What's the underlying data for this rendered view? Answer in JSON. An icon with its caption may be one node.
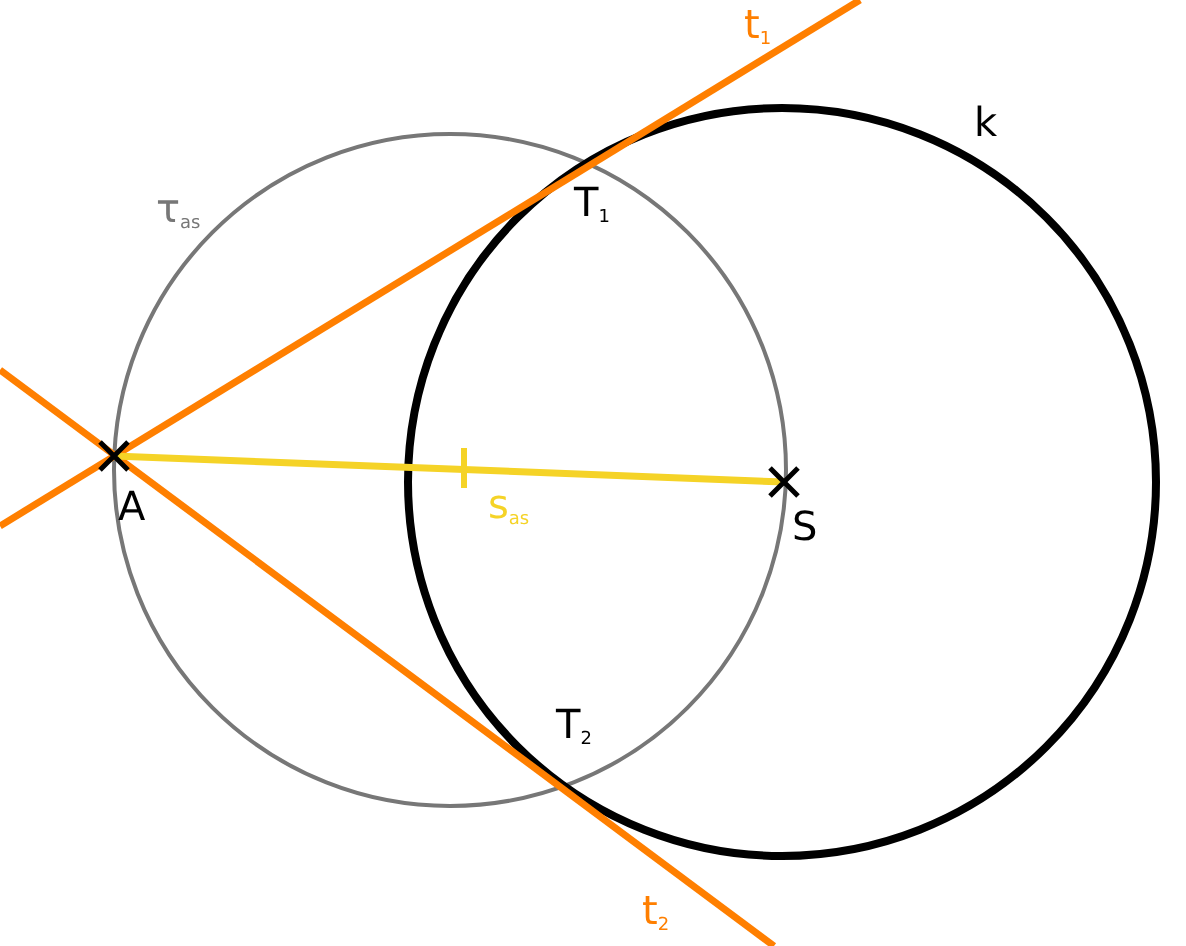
{
  "diagram": {
    "labels": [
      "t$_{1}$",
      "k",
      "τ$_{as}$",
      "T$_{1}$",
      "A",
      "s$_{as}$",
      "S",
      "T$_{2}$",
      "t$_{2}$"
    ]
  }
}
